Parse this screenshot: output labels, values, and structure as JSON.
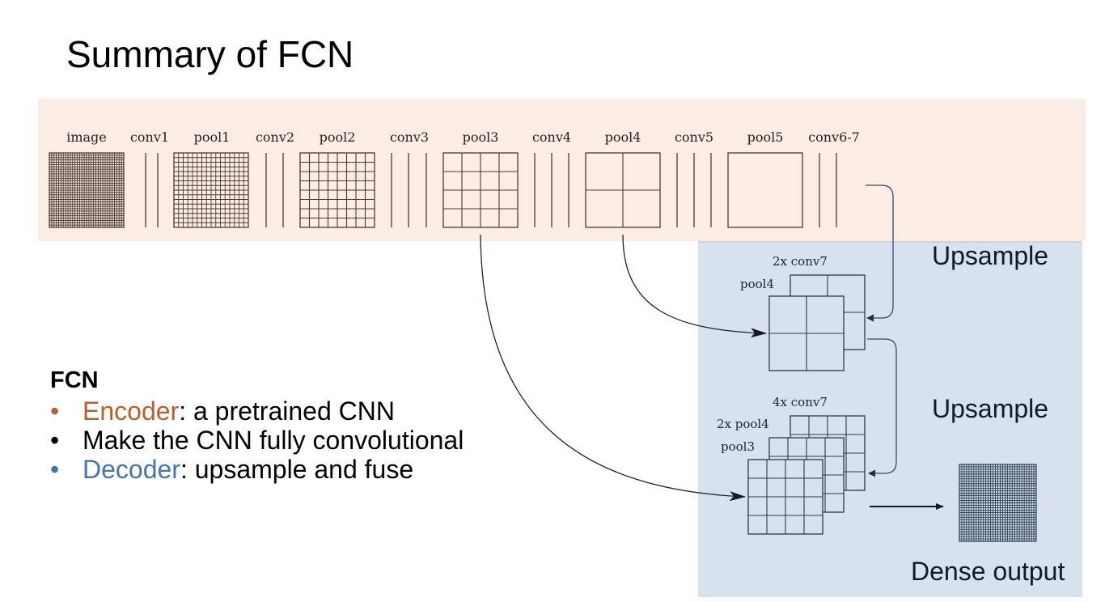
{
  "slide": {
    "title": "Summary of FCN"
  },
  "colors": {
    "encoder_panel": "#fbece4",
    "decoder_panel": "#d7e2ee",
    "encoder_accent": "#b85f2c",
    "decoder_accent": "#4475b2",
    "encoder_stroke": "#4a3a33",
    "decoder_stroke": "#2b3a4c"
  },
  "encoder": {
    "layers": [
      {
        "label": "image",
        "kind": "grid",
        "cells": 32
      },
      {
        "label": "conv1",
        "kind": "lines",
        "count": 2
      },
      {
        "label": "pool1",
        "kind": "grid",
        "cells": 16
      },
      {
        "label": "conv2",
        "kind": "lines",
        "count": 2
      },
      {
        "label": "pool2",
        "kind": "grid",
        "cells": 8
      },
      {
        "label": "conv3",
        "kind": "lines",
        "count": 3
      },
      {
        "label": "pool3",
        "kind": "grid",
        "cells": 4
      },
      {
        "label": "conv4",
        "kind": "lines",
        "count": 3
      },
      {
        "label": "pool4",
        "kind": "grid",
        "cells": 2
      },
      {
        "label": "conv5",
        "kind": "lines",
        "count": 3
      },
      {
        "label": "pool5",
        "kind": "grid",
        "cells": 1
      },
      {
        "label": "conv6-7",
        "kind": "lines",
        "count": 2
      }
    ]
  },
  "decoder": {
    "stage1": {
      "side_label": "Upsample",
      "back_label": "2x conv7",
      "front_label": "pool4",
      "cells": 2
    },
    "stage2": {
      "side_label": "Upsample",
      "back_label": "4x conv7",
      "middle_label": "2x pool4",
      "front_label": "pool3",
      "cells": 4
    },
    "output": {
      "label": "Dense output",
      "cells": 32
    }
  },
  "bullets": {
    "heading": "FCN",
    "items": [
      {
        "bullet": "•",
        "highlight": "Encoder",
        "rest": ": a pretrained CNN",
        "tone": "encoder"
      },
      {
        "bullet": "•",
        "highlight": "",
        "rest": "Make the CNN fully convolutional",
        "tone": "plain"
      },
      {
        "bullet": "•",
        "highlight": "Decoder",
        "rest": ": upsample and fuse",
        "tone": "decoder"
      }
    ]
  }
}
